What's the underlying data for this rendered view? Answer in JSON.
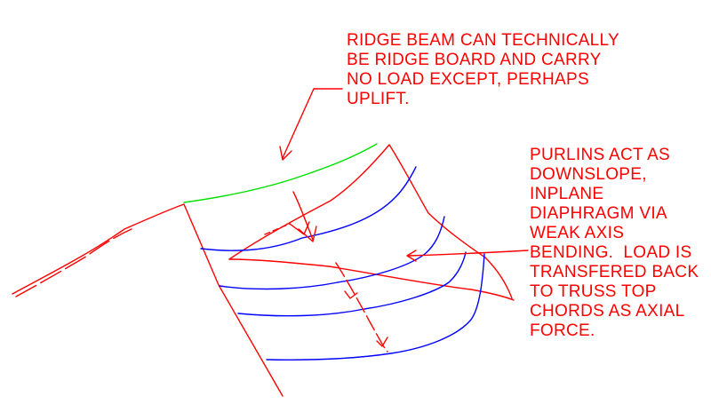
{
  "annotations": {
    "ridge_note": {
      "lines": [
        "RIDGE BEAM CAN TECHNICALLY",
        "BE RIDGE BOARD AND CARRY",
        "NO LOAD EXCEPT, PERHAPS",
        "UPLIFT."
      ]
    },
    "purlin_note": {
      "lines": [
        "PURLINS ACT AS",
        "DOWNSLOPE,",
        "INPLANE",
        "DIAPHRAGM VIA",
        "WEAK AXIS",
        "BENDING.  LOAD IS",
        "TRANSFERED BACK",
        "TO TRUSS TOP",
        "CHORDS AS AXIAL",
        "FORCE."
      ]
    }
  },
  "colors": {
    "roof_outline": "#ff0000",
    "annotation_text": "#ff0000",
    "purlins": "#0000ff",
    "ridge": "#00e000"
  }
}
